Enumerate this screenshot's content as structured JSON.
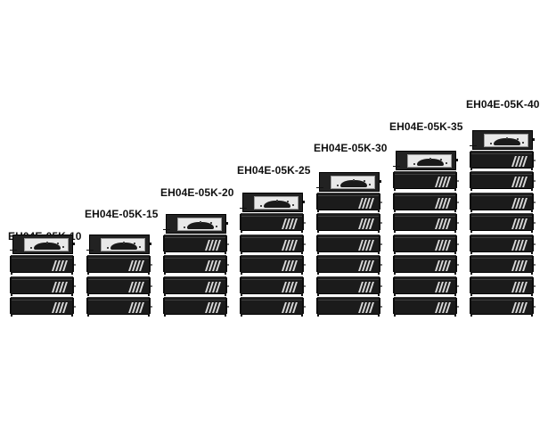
{
  "configurations": [
    {
      "label": "EH04E-05K-10",
      "modules": 3
    },
    {
      "label": "EH04E-05K-15",
      "modules": 3
    },
    {
      "label": "EH04E-05K-20",
      "modules": 4
    },
    {
      "label": "EH04E-05K-25",
      "modules": 5
    },
    {
      "label": "EH04E-05K-30",
      "modules": 6
    },
    {
      "label": "EH04E-05K-35",
      "modules": 7
    },
    {
      "label": "EH04E-05K-40",
      "modules": 8
    }
  ],
  "colors": {
    "module_body": "#1b1b1b",
    "vent": "#d8d8d8",
    "window": "#e9e9e9",
    "background": "#ffffff"
  }
}
